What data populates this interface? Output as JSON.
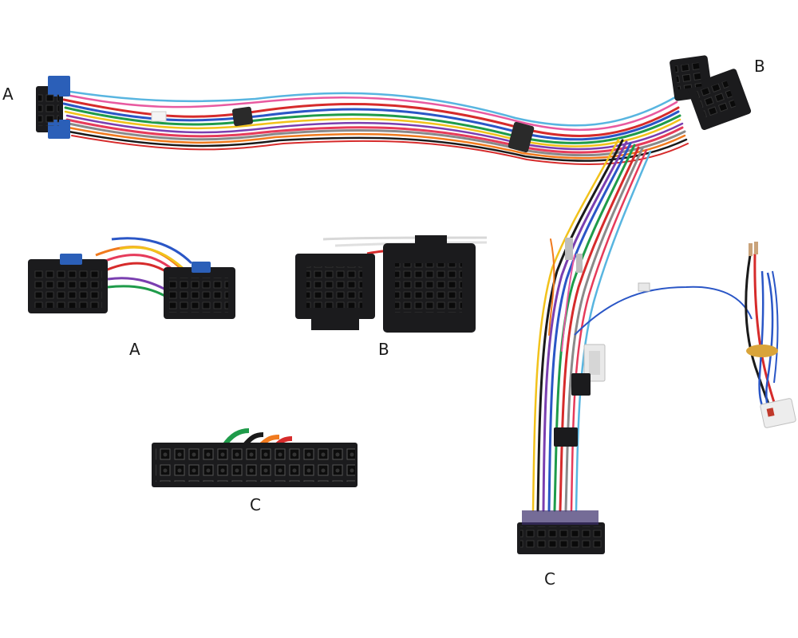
{
  "labels": {
    "main_a": "A",
    "main_b": "B",
    "main_c": "C",
    "detail_a": "A",
    "detail_b": "B",
    "detail_c": "C"
  },
  "colors": {
    "background": "#ffffff",
    "connector": "#1b1b1d",
    "connector_blue": "#2b5fb8",
    "connector_white": "#e9e9e9",
    "wires": [
      "#d62b2b",
      "#e63b5a",
      "#2a56c6",
      "#1f9b4a",
      "#f2c21b",
      "#7a3fb0",
      "#f07a1e",
      "#8a8a8a",
      "#1a1a1a",
      "#e85aa0",
      "#58b5e0",
      "#ffffff"
    ]
  }
}
